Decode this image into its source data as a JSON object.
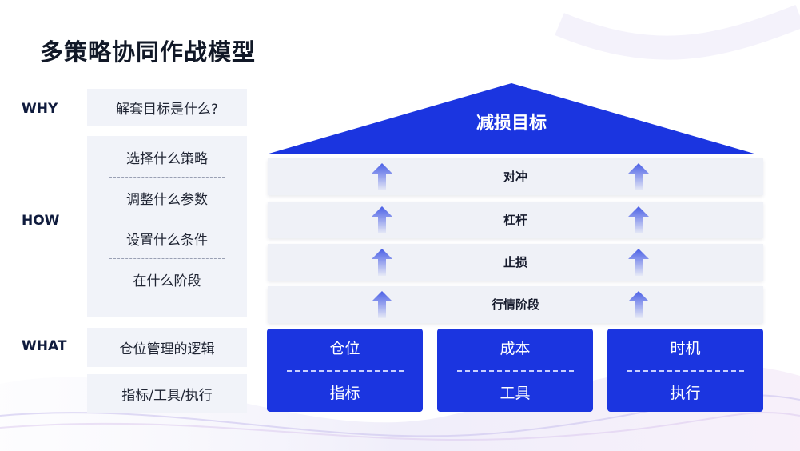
{
  "title": "多策略协同作战模型",
  "sections": {
    "why": "WHY",
    "how": "HOW",
    "what": "WHAT"
  },
  "left": {
    "why_item": "解套目标是什么?",
    "how_items": [
      "选择什么策略",
      "调整什么参数",
      "设置什么条件",
      "在什么阶段"
    ],
    "what_items": [
      "仓位管理的逻辑",
      "指标/工具/执行"
    ]
  },
  "house": {
    "roof": "减损目标",
    "floors": [
      "对冲",
      "杠杆",
      "止损",
      "行情阶段"
    ],
    "pillars": [
      {
        "top": "仓位",
        "bottom": "指标"
      },
      {
        "top": "成本",
        "bottom": "工具"
      },
      {
        "top": "时机",
        "bottom": "执行"
      }
    ]
  },
  "colors": {
    "primary_blue": "#1b35e0",
    "arrow_blue": "#4a5fe6",
    "panel_gray": "#eef0f7"
  }
}
